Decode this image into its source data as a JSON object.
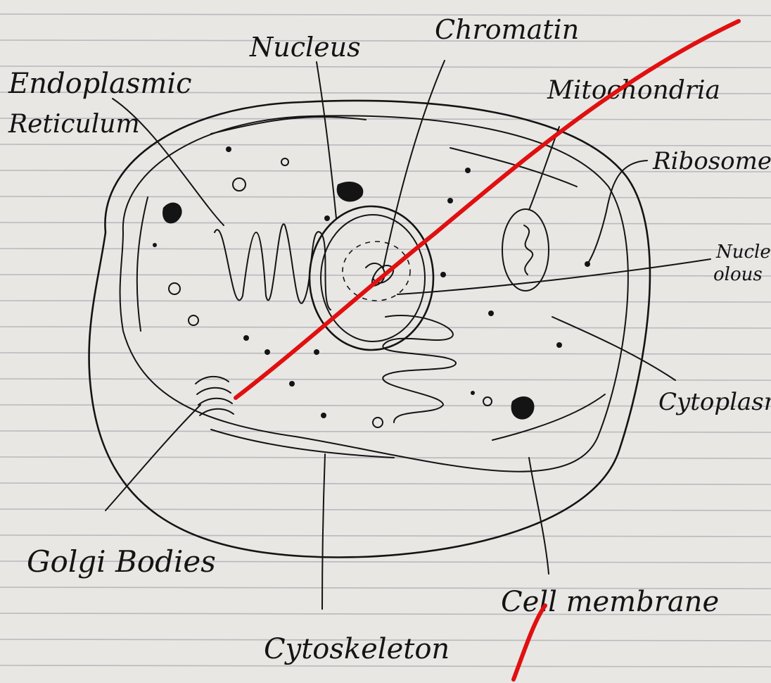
{
  "diagram": {
    "labels": {
      "endoplasmic_line1": "Endoplasmic",
      "endoplasmic_line2": "Reticulum",
      "nucleus": "Nucleus",
      "chromatin": "Chromatin",
      "mitochondria": "Mitochondria",
      "ribosomes": "Ribosomes",
      "nucleolus_line1": "Nucle-",
      "nucleolus_line2": "olous",
      "cytoplasm": "Cytoplasm",
      "golgi": "Golgi Bodies",
      "cell_membrane": "Cell membrane",
      "cytoskeleton": "Cytoskeleton"
    },
    "colors": {
      "ink": "#141414",
      "paper": "#e9e7e4",
      "ruled_line": "#b9b8bd",
      "teacher_mark": "#e01010"
    }
  }
}
